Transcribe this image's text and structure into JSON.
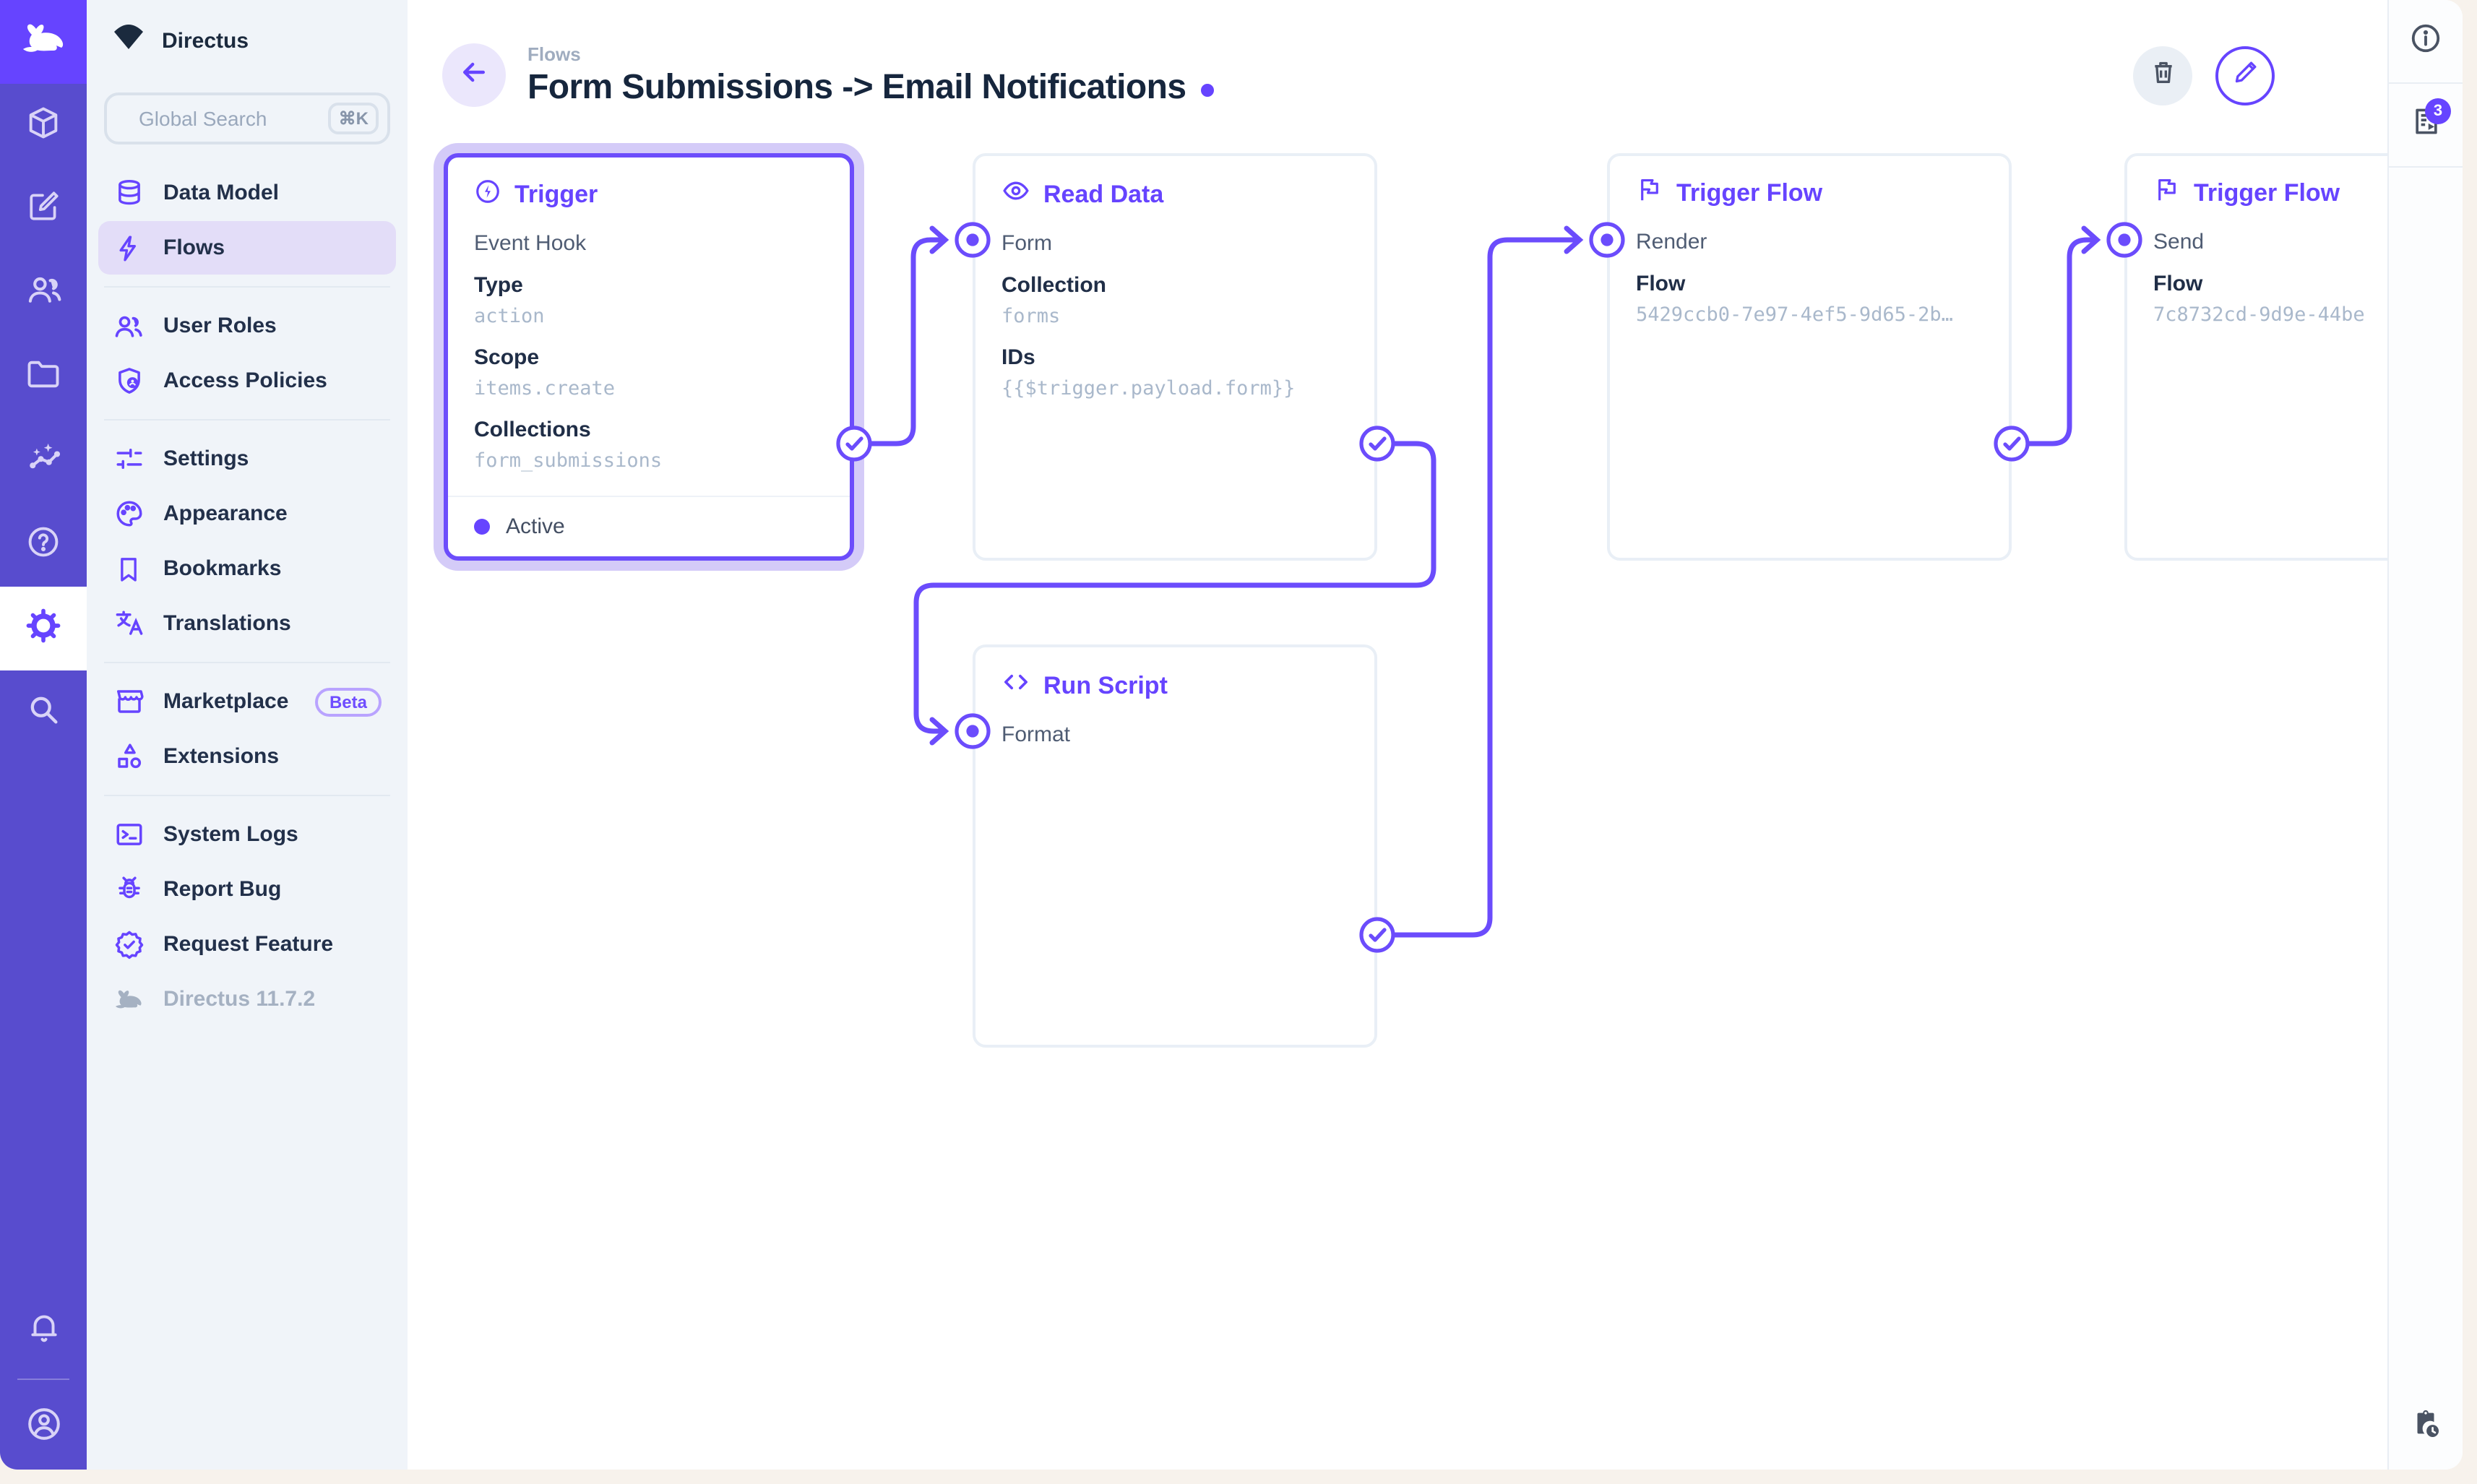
{
  "colors": {
    "accent": "#6644FF",
    "module_bar": "#584CCE",
    "logo_block": "#6644FF",
    "sidebar_bg": "#F0F4F9",
    "active_nav_bg": "#E3DDF8",
    "title_text": "#16263D",
    "mono_value_text": "#A9B8CB",
    "selected_node_border": "#6C4DFB",
    "selected_node_glow": "#D4CBF8",
    "page_frame": "#F7F2EC"
  },
  "sidebar": {
    "project_name": "Directus",
    "search": {
      "placeholder": "Global Search",
      "shortcut": "⌘K"
    },
    "items": {
      "data_model": {
        "label": "Data Model"
      },
      "flows": {
        "label": "Flows"
      },
      "user_roles": {
        "label": "User Roles"
      },
      "access_policies": {
        "label": "Access Policies"
      },
      "settings": {
        "label": "Settings"
      },
      "appearance": {
        "label": "Appearance"
      },
      "bookmarks": {
        "label": "Bookmarks"
      },
      "translations": {
        "label": "Translations"
      },
      "marketplace": {
        "label": "Marketplace",
        "badge": "Beta"
      },
      "extensions": {
        "label": "Extensions"
      },
      "system_logs": {
        "label": "System Logs"
      },
      "report_bug": {
        "label": "Report Bug"
      },
      "request_feature": {
        "label": "Request Feature"
      },
      "version": {
        "label": "Directus 11.7.2"
      }
    }
  },
  "header": {
    "breadcrumb": "Flows",
    "title": "Form Submissions -> Email Notifications"
  },
  "right_rail": {
    "notifications_badge": "3"
  },
  "flow": {
    "nodes": {
      "trigger": {
        "type_label": "Trigger",
        "subtitle": "Event Hook",
        "fields": {
          "type": {
            "label": "Type",
            "value": "action"
          },
          "scope": {
            "label": "Scope",
            "value": "items.create"
          },
          "collections": {
            "label": "Collections",
            "value": "form_submissions"
          }
        },
        "status": "Active"
      },
      "read_data": {
        "type_label": "Read Data",
        "input": "Form",
        "fields": {
          "collection": {
            "label": "Collection",
            "value": "forms"
          },
          "ids": {
            "label": "IDs",
            "value": "{{$trigger.payload.form}}"
          }
        }
      },
      "run_script": {
        "type_label": "Run Script",
        "input": "Format"
      },
      "trigger_flow_render": {
        "type_label": "Trigger Flow",
        "input": "Render",
        "fields": {
          "flow": {
            "label": "Flow",
            "value": "5429ccb0-7e97-4ef5-9d65-2b…"
          }
        }
      },
      "trigger_flow_send": {
        "type_label": "Trigger Flow",
        "input": "Send",
        "fields": {
          "flow": {
            "label": "Flow",
            "value": "7c8732cd-9d9e-44be"
          }
        }
      }
    }
  }
}
